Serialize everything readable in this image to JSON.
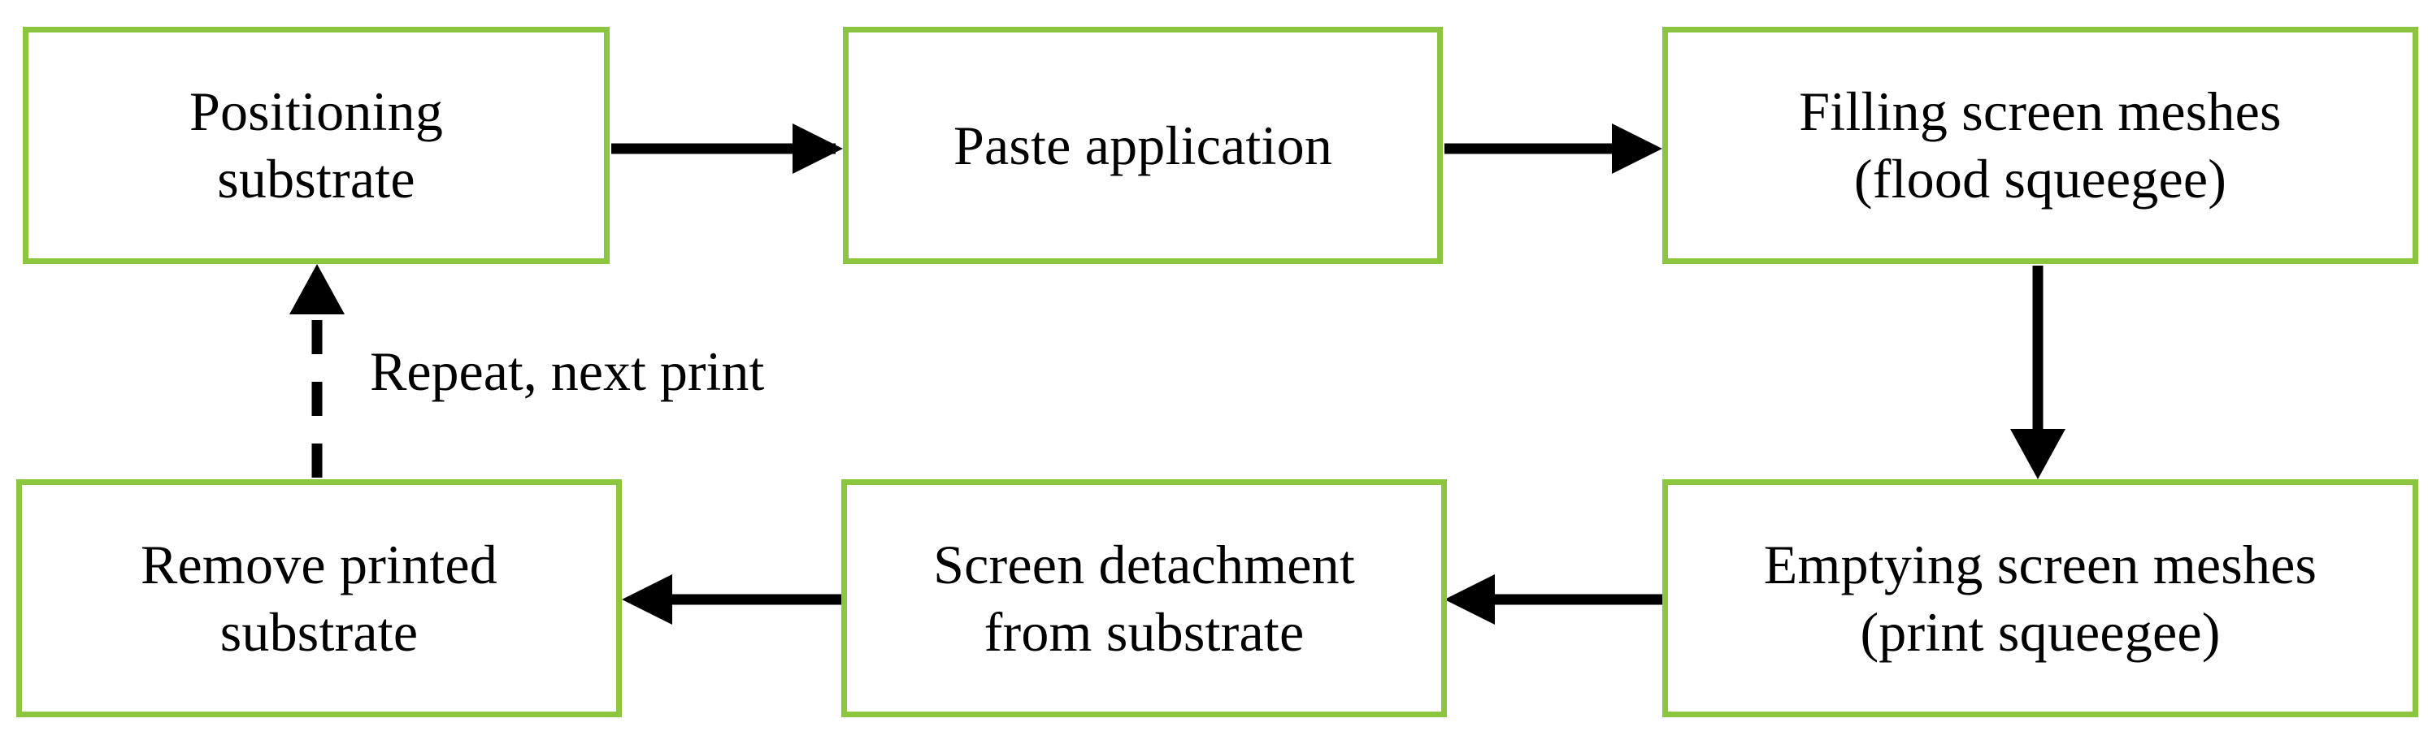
{
  "diagram": {
    "type": "flowchart",
    "orientation": "two-row snake / cyclic",
    "accent_color": "#8CC63F",
    "node_fill": "#FFFFFF",
    "text_color": "#000000",
    "connector_color": "#000000",
    "background": "#FFFFFF"
  },
  "nodes": [
    {
      "id": "positioning-substrate",
      "label": "Positioning\nsubstrate",
      "row": "top",
      "order": 1
    },
    {
      "id": "paste-application",
      "label": "Paste application",
      "row": "top",
      "order": 2
    },
    {
      "id": "filling-screen-meshes",
      "label": "Filling screen meshes\n(flood squeegee)",
      "row": "top",
      "order": 3
    },
    {
      "id": "emptying-screen-meshes",
      "label": "Emptying screen meshes\n(print squeegee)",
      "row": "bottom",
      "order": 4
    },
    {
      "id": "screen-detachment",
      "label": "Screen detachment\nfrom substrate",
      "row": "bottom",
      "order": 5
    },
    {
      "id": "remove-printed-substrate",
      "label": "Remove printed\nsubstrate",
      "row": "bottom",
      "order": 6
    }
  ],
  "connectors": [
    {
      "id": "arrow-1",
      "from": "positioning-substrate",
      "to": "paste-application",
      "direction": "right",
      "style": "solid"
    },
    {
      "id": "arrow-2",
      "from": "paste-application",
      "to": "filling-screen-meshes",
      "direction": "right",
      "style": "solid"
    },
    {
      "id": "arrow-3",
      "from": "filling-screen-meshes",
      "to": "emptying-screen-meshes",
      "direction": "down",
      "style": "solid"
    },
    {
      "id": "arrow-4",
      "from": "emptying-screen-meshes",
      "to": "screen-detachment",
      "direction": "left",
      "style": "solid"
    },
    {
      "id": "arrow-5",
      "from": "screen-detachment",
      "to": "remove-printed-substrate",
      "direction": "left",
      "style": "solid"
    },
    {
      "id": "arrow-6",
      "from": "remove-printed-substrate",
      "to": "positioning-substrate",
      "direction": "up",
      "style": "dashed",
      "label": "Repeat, next print"
    }
  ],
  "labels": {
    "loop_back": "Repeat, next print"
  }
}
